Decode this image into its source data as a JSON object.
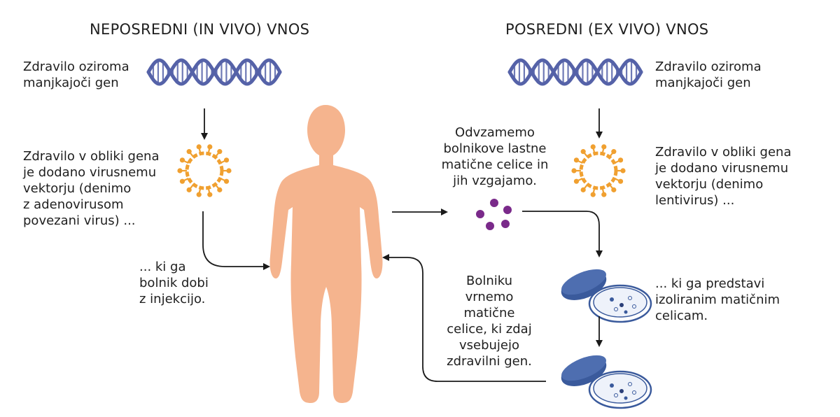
{
  "headings": {
    "in_vivo": "NEPOSREDNI (IN VIVO) VNOS",
    "ex_vivo": "POSREDNI (EX VIVO) VNOS"
  },
  "left": {
    "gene": [
      "Zdravilo oziroma",
      "manjkajoči gen"
    ],
    "vector": [
      "Zdravilo v obliki gena",
      "je dodano virusnemu",
      "vektorju (denimo",
      "z adenovirusom",
      "povezani virus) ..."
    ],
    "injection": [
      "... ki ga",
      "bolnik dobi",
      "z injekcijo."
    ]
  },
  "middle": {
    "harvest": [
      "Odvzamemo",
      "bolnikove lastne",
      "matične celice in",
      "jih vzgajamo."
    ],
    "return": [
      "Bolniku",
      "vrnemo",
      "matične",
      "celice, ki zdaj",
      "vsebujejo",
      "zdravilni gen."
    ]
  },
  "right": {
    "gene": [
      "Zdravilo oziroma",
      "manjkajoči gen"
    ],
    "vector": [
      "Zdravilo v obliki gena",
      "je dodano virusnemu",
      "vektorju (denimo",
      "lentivirus) ..."
    ],
    "introduce": [
      "... ki ga predstavi",
      "izoliranim matičnim",
      "celicam."
    ]
  },
  "colors": {
    "dna": "#5562a8",
    "virus": "#f0a030",
    "body": "#f5b48e",
    "cells": "#7a2a8a",
    "dish": "#3a5a9c",
    "arrow": "#1a1a1a"
  }
}
